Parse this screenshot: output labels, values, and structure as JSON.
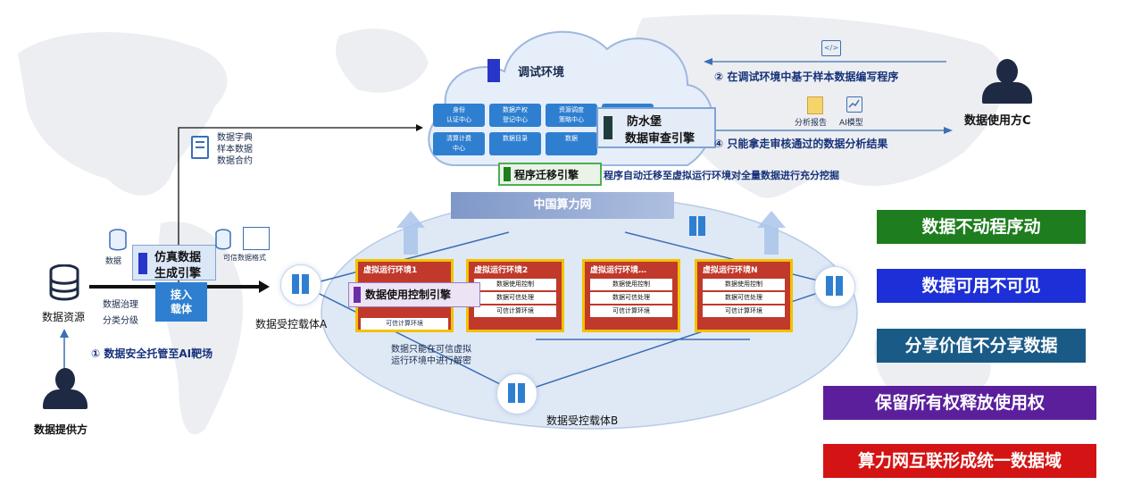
{
  "cloud": {
    "title": "调试环境",
    "cells": [
      "身份\n认证中心",
      "数据产权\n登记中心",
      "资源调度\n策略中心",
      "",
      "清算计费\n中心",
      "数据目录",
      "数据",
      ""
    ],
    "bastion_line1": "防水堡",
    "bastion_line2": "数据审查引擎"
  },
  "migration_engine": "程序迁移引擎",
  "migration_text": "程序自动迁移至虚拟运行环境对全量数据进行充分挖掘",
  "compute_net": "中国算力网",
  "dict_labels": [
    "数据字典",
    "样本数据",
    "数据合约"
  ],
  "step2": "② 在调试环境中基于样本数据编写程序",
  "step4": "④ 只能拿走审核通过的数据分析结果",
  "step1": "① 数据安全托管至AI靶场",
  "analysis_labels": [
    "分析报告",
    "AI模型"
  ],
  "user_c": "数据使用方C",
  "provider": "数据提供方",
  "data_source": "数据资源",
  "data_label_small": "数据",
  "trusted_format": "可信数据格式",
  "governance": [
    "数据治理",
    "分类分级"
  ],
  "sim_engine_line1": "仿真数据",
  "sim_engine_line2": "生成引擎",
  "access_carrier_line1": "接入",
  "access_carrier_line2": "载体",
  "carrier_a": "数据受控载体A",
  "carrier_b": "数据受控载体B",
  "usage_engine": "数据使用控制引擎",
  "decrypt_note": [
    "数据只能在可信虚拟",
    "运行环境中进行解密"
  ],
  "venvs": [
    {
      "title": "虚拟运行环境1",
      "rows": [
        "",
        "",
        "可信计算环境"
      ]
    },
    {
      "title": "虚拟运行环境2",
      "rows": [
        "数据使用控制",
        "数据可信处理",
        "可信计算环境"
      ]
    },
    {
      "title": "虚拟运行环境…",
      "rows": [
        "数据使用控制",
        "数据可信处理",
        "可信计算环境"
      ]
    },
    {
      "title": "虚拟运行环境N",
      "rows": [
        "数据使用控制",
        "数据可信处理",
        "可信计算环境"
      ]
    }
  ],
  "principles": [
    {
      "text": "数据不动程序动",
      "color": "#1e7d1e"
    },
    {
      "text": "数据可用不可见",
      "color": "#1d2fd6"
    },
    {
      "text": "分享价值不分享数据",
      "color": "#1a5a86"
    },
    {
      "text": "保留所有权释放使用权",
      "color": "#5b1f9c"
    },
    {
      "text": "算力网互联形成统一数据域",
      "color": "#d41414"
    }
  ],
  "colors": {
    "accent": "#2f7fd1",
    "engine_border": "#4caf50",
    "venv_red": "#c0392b",
    "venv_border": "#f2c200"
  },
  "icons": [
    "code-icon",
    "report-icon",
    "chart-icon",
    "database-icon",
    "server-icon",
    "user-icon"
  ]
}
